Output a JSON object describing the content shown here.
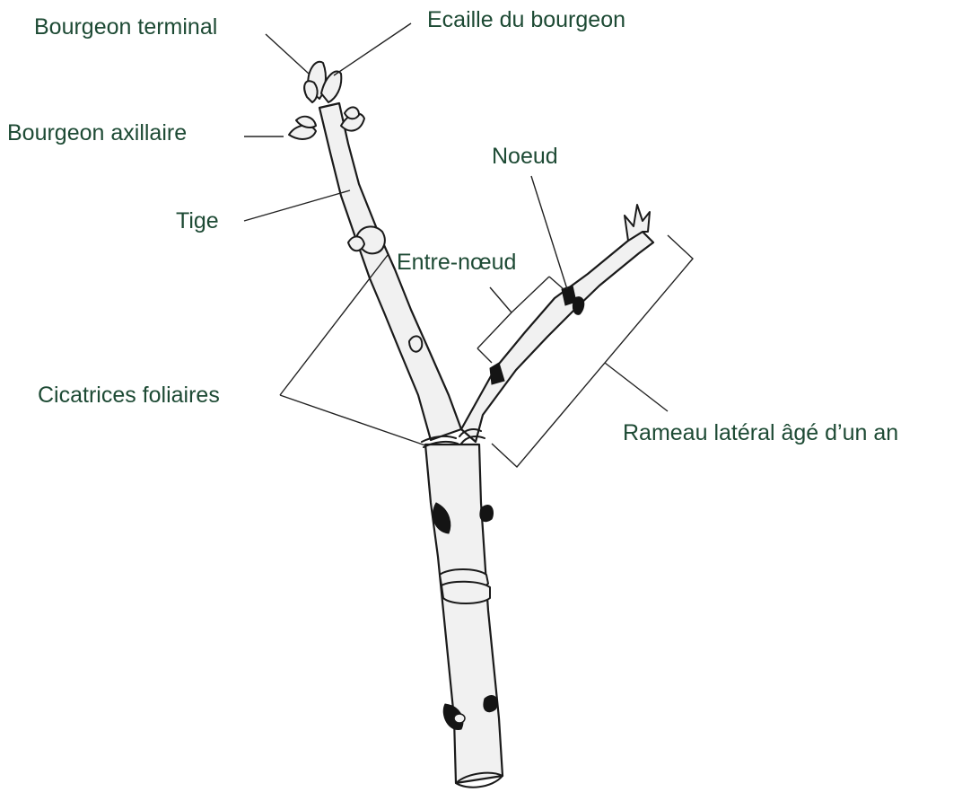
{
  "labels": {
    "bourgeon_terminal": "Bourgeon terminal",
    "ecaille": "Ecaille du bourgeon",
    "bourgeon_axillaire": "Bourgeon axillaire",
    "noeud": "Noeud",
    "tige": "Tige",
    "entre_noeud": "Entre-nœud",
    "cicatrices": "Cicatrices foliaires",
    "rameau": "Rameau latéral âgé d’un an"
  },
  "colors": {
    "label_text": "#1d4a34",
    "twig_fill": "#f1f1f1",
    "outline": "#1a1a1a",
    "leaf_scar": "#141414"
  }
}
